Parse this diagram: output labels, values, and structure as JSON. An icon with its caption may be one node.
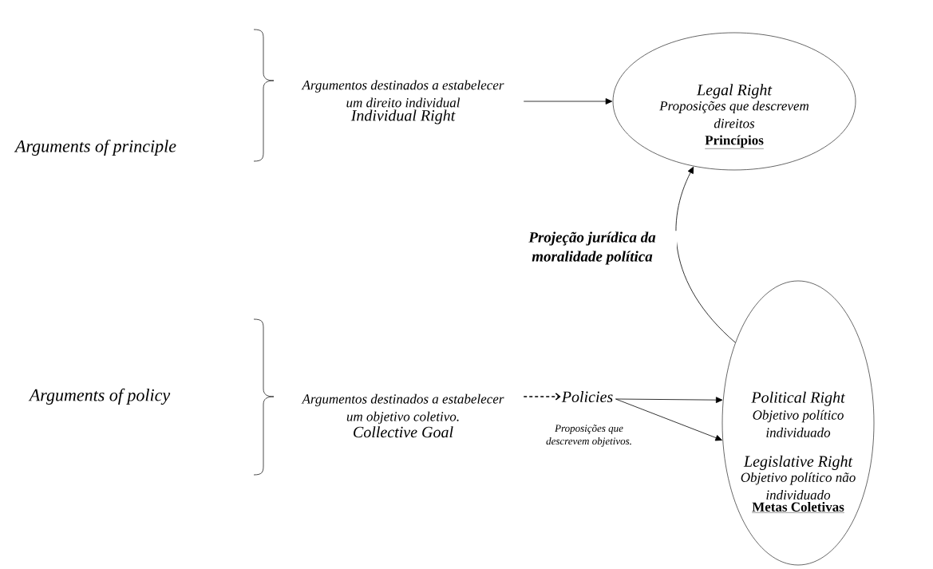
{
  "diagram": {
    "nodes": [
      {
        "text": [
          "Arguments of principle"
        ]
      },
      {
        "text": [
          "Argumentos destinados a estabelecer um direito individual",
          "Individual Right"
        ]
      },
      {
        "text": [
          "Legal Right",
          "Proposições que descrevem direitos",
          "Princípios"
        ]
      },
      {
        "text": [
          "Arguments of policy"
        ]
      },
      {
        "text": [
          "Argumentos destinados a estabelecer um objetivo coletivo.",
          "Collective Goal"
        ]
      },
      {
        "text": [
          "Policies"
        ],
        "beside": [
          "Proposições que descrevem objetivos."
        ]
      },
      {
        "text": [
          "Political Right",
          "Objetivo político individuado",
          "Legislative Right",
          "Objetivo político não individuado",
          "Metas Coletivas"
        ]
      }
    ],
    "edges": [
      {
        "from": 1,
        "to": 2,
        "arrow": "to"
      },
      {
        "from": 4,
        "to": 5,
        "arrow": "to",
        "style": "dashed"
      },
      {
        "from": 5,
        "to": 6,
        "arrow": "to"
      },
      {
        "from": 5,
        "to": 6,
        "arrow": "to"
      },
      {
        "from": 6,
        "to": 2,
        "arrow": "to",
        "label": "Projeção jurídica da moralidade política"
      }
    ]
  }
}
